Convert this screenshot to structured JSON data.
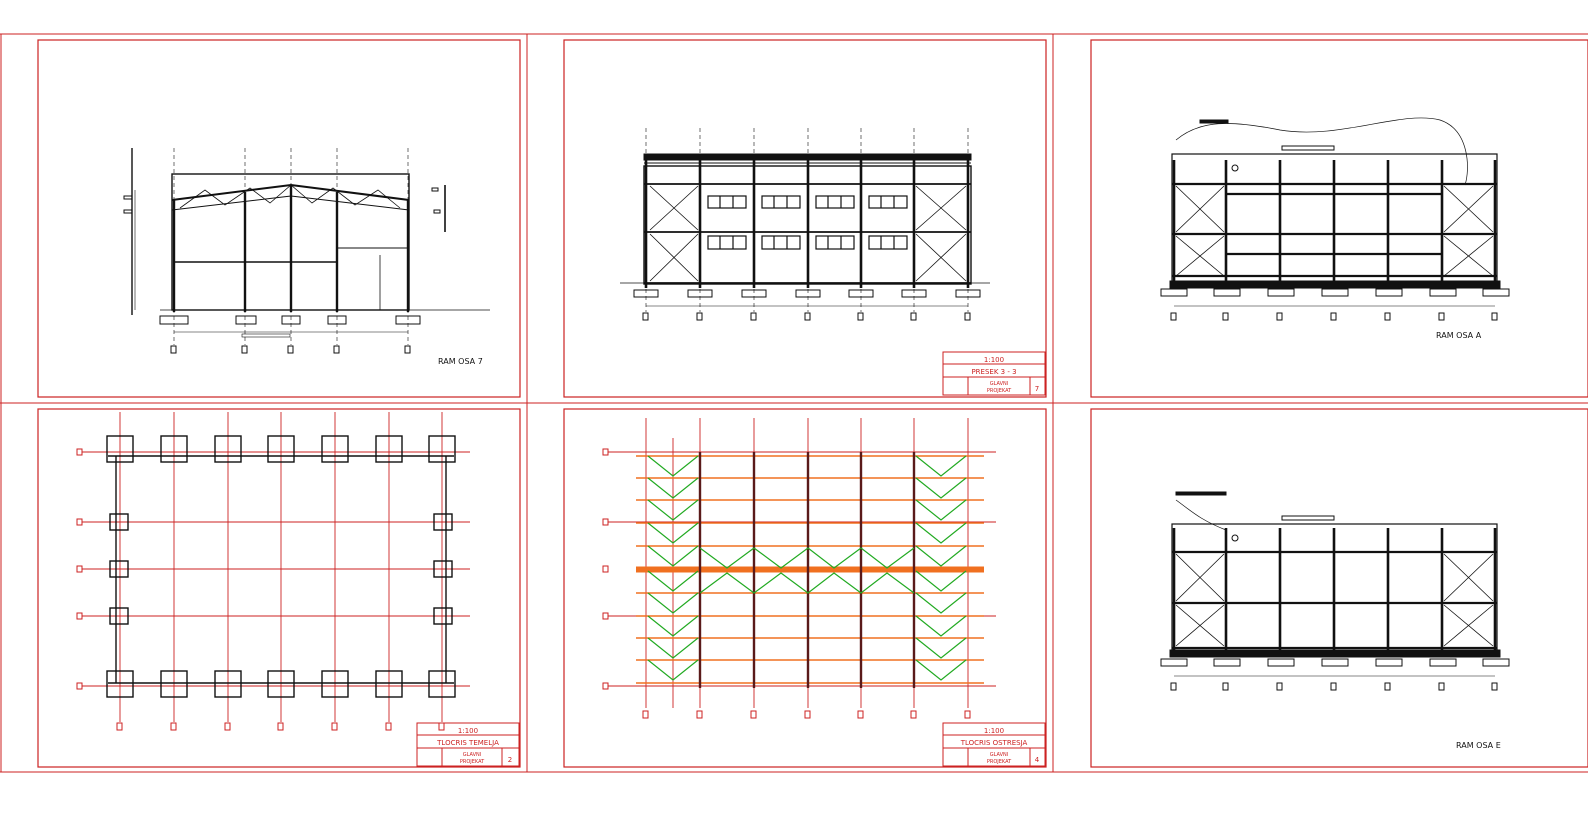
{
  "sheets": [
    {
      "id": "s1",
      "caption": "RAM OSA 7",
      "title_block": null
    },
    {
      "id": "s2",
      "caption": "",
      "title_block": {
        "scale": "1:100",
        "title": "PRESEK 3 - 3",
        "line1": "GLAVNI",
        "line2": "PROJEKAT",
        "num": "7"
      }
    },
    {
      "id": "s3",
      "caption": "RAM OSA A",
      "title_block": null
    },
    {
      "id": "s4",
      "caption": "",
      "title_block": {
        "scale": "1:100",
        "title": "TLOCRIS TEMELJA",
        "line1": "GLAVNI",
        "line2": "PROJEKAT",
        "num": "2"
      }
    },
    {
      "id": "s5",
      "caption": "",
      "title_block": {
        "scale": "1:100",
        "title": "TLOCRIS OSTRESJA",
        "line1": "GLAVNI",
        "line2": "PROJEKAT",
        "num": "4"
      }
    },
    {
      "id": "s6",
      "caption": "RAM OSA E",
      "title_block": null
    }
  ],
  "colors": {
    "frame": "#cc2222",
    "line": "#111111",
    "grid": "#cc2222",
    "purlin": "#f07020",
    "bracing": "#22aa22",
    "axis": "#cc2222"
  }
}
